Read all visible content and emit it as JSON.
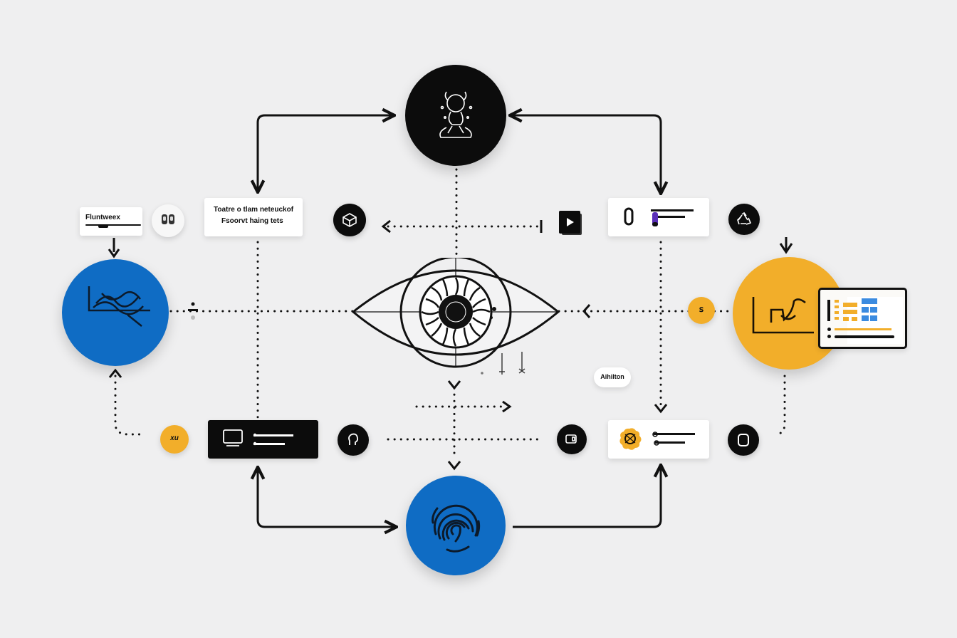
{
  "labels": {
    "left_card": "Fluntweex",
    "top_left_card_line1": "Toatre o tlam neteuckof",
    "top_left_card_line2": "Fsoorvt haing tets",
    "badge_pill": "Aihilton",
    "yellow_node_left": "xu",
    "yellow_node_right": "ꜱ"
  },
  "colors": {
    "background": "#efeff0",
    "blue": "#0f6cc4",
    "yellow": "#f2ae2a",
    "black": "#0c0c0c",
    "white": "#ffffff",
    "purple": "#5a2fb8"
  },
  "icons": {
    "top_hub": "robot-figure-icon",
    "center": "eye-icon",
    "bottom_hub": "fingerprint-icon",
    "left_hub": "wave-chart-icon",
    "right_hub": "line-chart-icon",
    "dashboard": "dashboard-icon",
    "cube": "cube-icon",
    "play": "play-icon",
    "recycle": "recycle-icon",
    "head": "head-icon",
    "monitor": "monitor-icon",
    "phone": "phone-icon",
    "square": "square-icon",
    "gear": "gear-icon",
    "glasses": "glasses-icon"
  }
}
